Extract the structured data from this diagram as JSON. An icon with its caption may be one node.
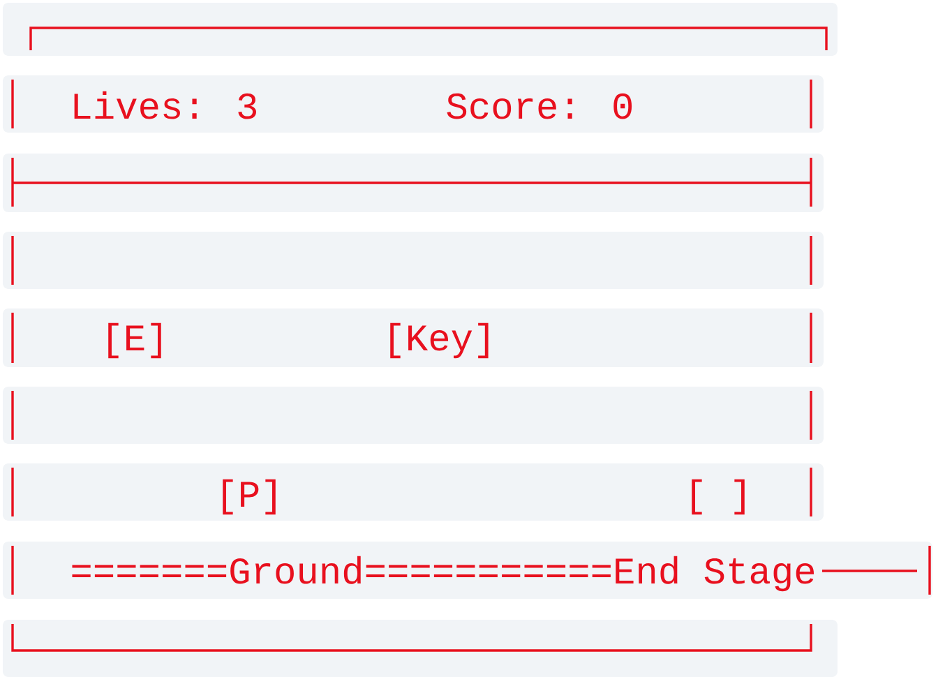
{
  "diagram": {
    "nodes": [
      {
        "text": [
          "Lives: 3",
          "Score: 0"
        ]
      },
      {
        "text": [
          "[E]",
          "[Key]",
          "[P]",
          "[ ]",
          "=======Ground===========End Stage"
        ]
      }
    ]
  }
}
